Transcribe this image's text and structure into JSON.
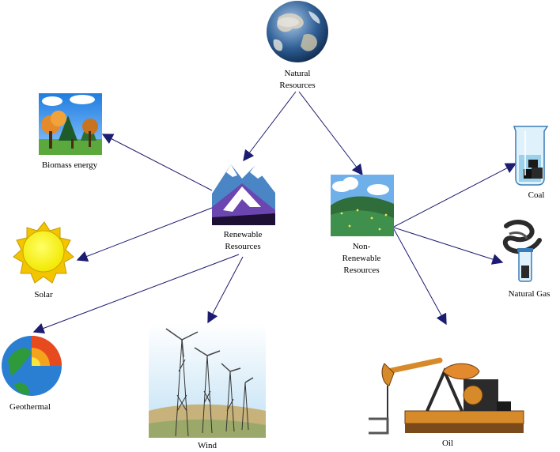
{
  "diagram": {
    "nodes": {
      "natural": {
        "lines": [
          "Natural",
          "Resources"
        ],
        "icon": "earth-globe-icon"
      },
      "renewable": {
        "lines": [
          "Renewable",
          "Resources"
        ],
        "icon": "snowy-mountains-icon"
      },
      "nonrenewable": {
        "lines": [
          "Non-",
          "Renewable",
          "Resources"
        ],
        "icon": "green-hills-icon"
      },
      "biomass": {
        "lines": [
          "Biomass energy"
        ],
        "icon": "forest-trees-icon"
      },
      "solar": {
        "lines": [
          "Solar"
        ],
        "icon": "sun-icon"
      },
      "geothermal": {
        "lines": [
          "Geothermal"
        ],
        "icon": "earth-core-cutaway-icon"
      },
      "wind": {
        "lines": [
          "Wind"
        ],
        "icon": "wind-turbines-icon"
      },
      "coal": {
        "lines": [
          "Coal"
        ],
        "icon": "coal-beaker-icon"
      },
      "gas": {
        "lines": [
          "Natural Gas"
        ],
        "icon": "gas-flask-icon"
      },
      "oil": {
        "lines": [
          "Oil"
        ],
        "icon": "oil-pumpjack-icon"
      }
    },
    "colors": {
      "arrow": "#1c1c70"
    }
  }
}
